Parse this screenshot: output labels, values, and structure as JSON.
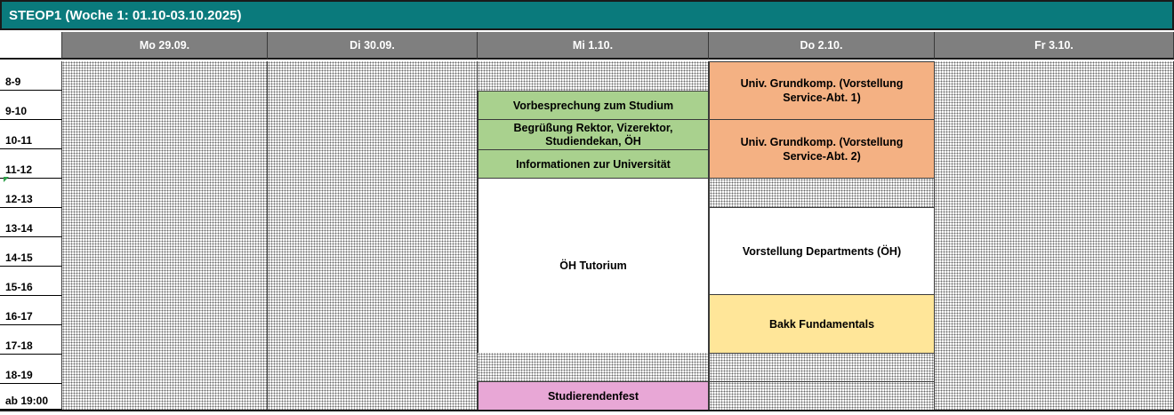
{
  "title": "STEOP1 (Woche 1: 01.10-03.10.2025)",
  "days": [
    "Mo 29.09.",
    "Di 30.09.",
    "Mi 1.10.",
    "Do 2.10.",
    "Fr 3.10."
  ],
  "times": [
    "8-9",
    "9-10",
    "10-11",
    "11-12",
    "12-13",
    "13-14",
    "14-15",
    "15-16",
    "16-17",
    "17-18",
    "18-19",
    "ab 19:00"
  ],
  "events": {
    "mi": [
      "Vorbesprechung zum Studium",
      "Begrüßung Rektor, Vizerektor, Studiendekan, ÖH",
      "Informationen zur Universität",
      "ÖH Tutorium",
      "Studierendenfest"
    ],
    "do": [
      "Univ. Grundkomp. (Vorstellung Service-Abt. 1)",
      "Univ. Grundkomp. (Vorstellung Service-Abt. 2)",
      "Vorstellung Departments (ÖH)",
      "Bakk Fundamentals"
    ]
  },
  "colors": {
    "header": "#0a7a7c",
    "day_header": "#7f7f7f",
    "green": "#a9d18e",
    "orange": "#f4b183",
    "yellow": "#ffe699",
    "pink": "#e8a7d6"
  }
}
